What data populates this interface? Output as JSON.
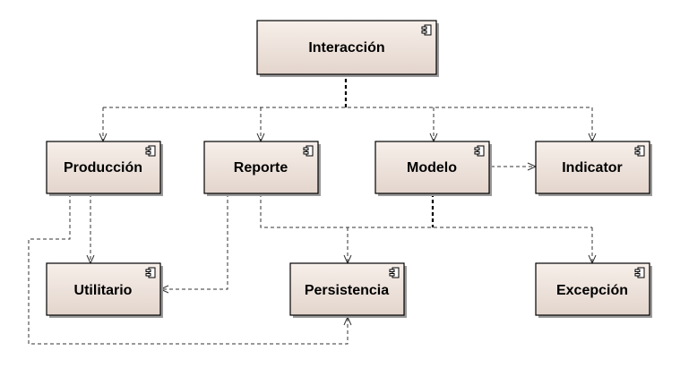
{
  "components": {
    "interaccion": "Interacción",
    "produccion": "Producción",
    "reporte": "Reporte",
    "modelo": "Modelo",
    "indicator": "Indicator",
    "utilitario": "Utilitario",
    "persistencia": "Persistencia",
    "excepcion": "Excepción"
  },
  "colors": {
    "component_fill_top": "#f7efea",
    "component_fill_bottom": "#e3d5cc",
    "border": "#000000",
    "dependency_line": "#333333"
  },
  "icon": "component-icon"
}
